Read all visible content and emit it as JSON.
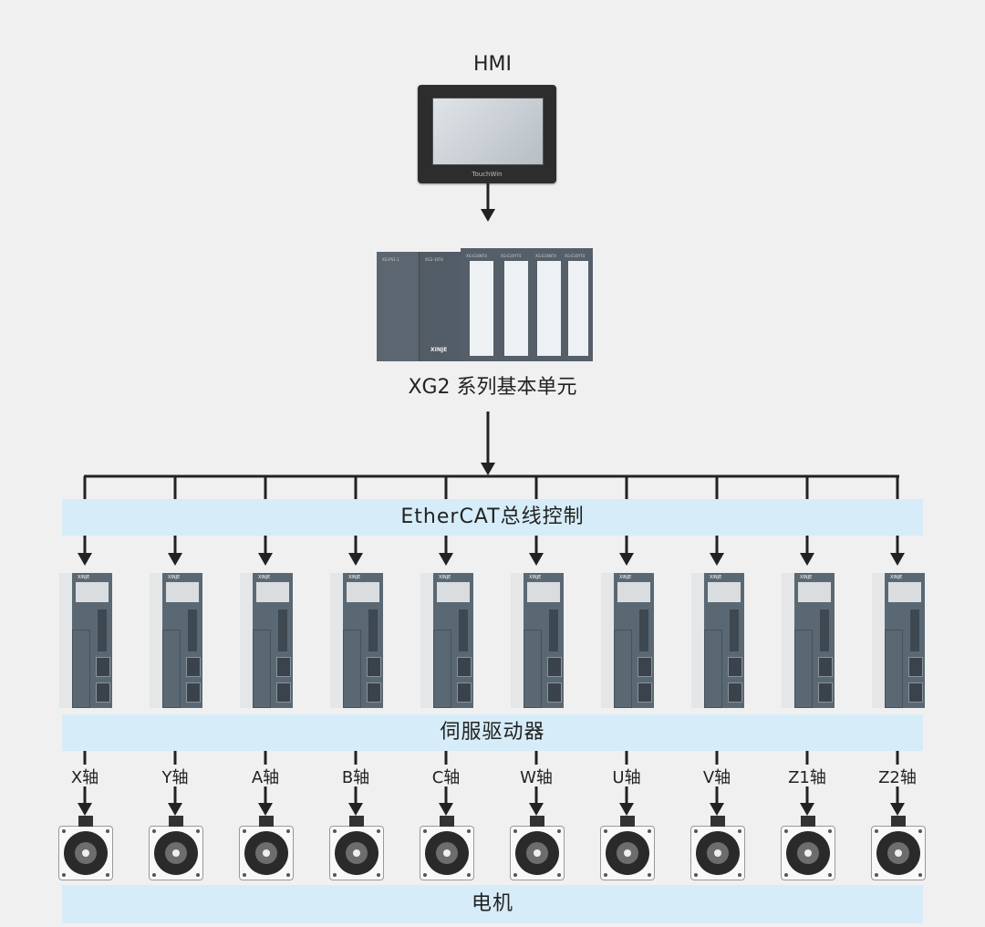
{
  "hmi": {
    "title": "HMI",
    "brand": "TouchWin"
  },
  "plc": {
    "title": "XG2 系列基本单元",
    "brand": "XINJE",
    "modules": [
      "XG-PS1-1",
      "XG2-16T4",
      "XG-E16NT4",
      "XG-E16YT4",
      "XG-E16NT4",
      "XG-E16YT4"
    ]
  },
  "bus": {
    "label": "EtherCAT总线控制"
  },
  "servo": {
    "label": "伺服驱动器",
    "brand": "XINJE"
  },
  "axes": [
    "X轴",
    "Y轴",
    "A轴",
    "B轴",
    "C轴",
    "W轴",
    "U轴",
    "V轴",
    "Z1轴",
    "Z2轴"
  ],
  "motor": {
    "label": "电机"
  },
  "colors": {
    "band": "#d6ecf8",
    "device": "#5a6873",
    "line": "#222222"
  }
}
